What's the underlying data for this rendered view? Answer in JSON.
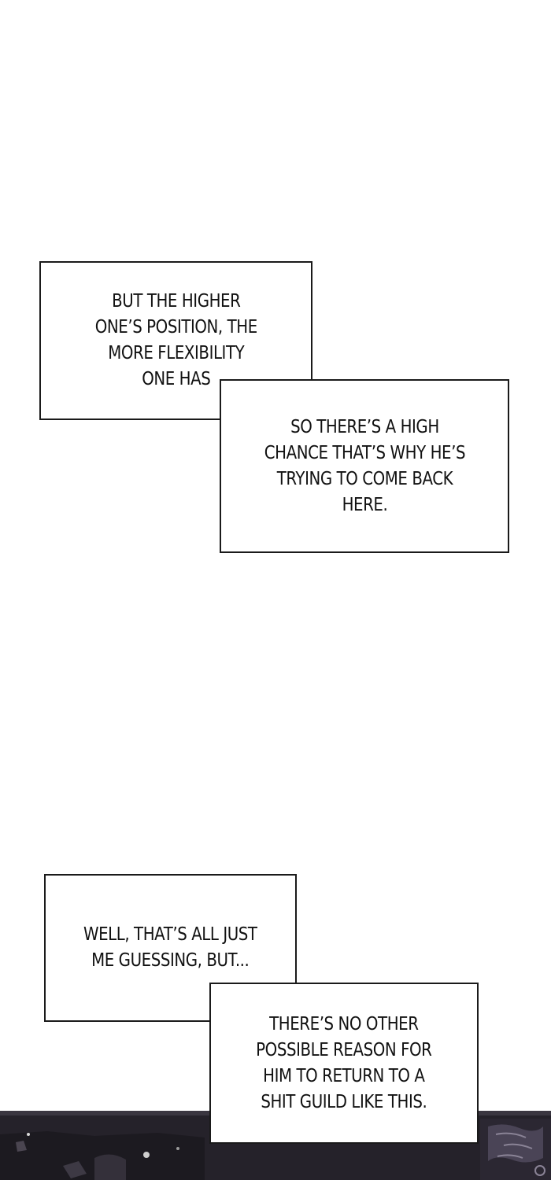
{
  "captions": [
    {
      "id": "box-a",
      "lines": [
        "BUT THE HIGHER",
        "ONE’S POSITION, THE",
        "MORE FLEXIBILITY",
        "ONE HAS"
      ]
    },
    {
      "id": "box-b",
      "lines": [
        "SO THERE’S A HIGH",
        "CHANCE THAT’S WHY HE’S",
        "TRYING TO COME BACK",
        "HERE."
      ]
    },
    {
      "id": "box-c",
      "lines": [
        "WELL, THAT’S ALL JUST",
        "ME GUESSING, BUT..."
      ]
    },
    {
      "id": "box-d",
      "lines": [
        "THERE’S NO OTHER",
        "POSSIBLE REASON FOR",
        "HIM TO RETURN TO A",
        "SHIT GUILD LIKE THIS."
      ]
    }
  ],
  "colors": {
    "page_background": "#ffffff",
    "box_border": "#1a1a1a",
    "text": "#111111",
    "scene_dark": "#1f1c24"
  }
}
